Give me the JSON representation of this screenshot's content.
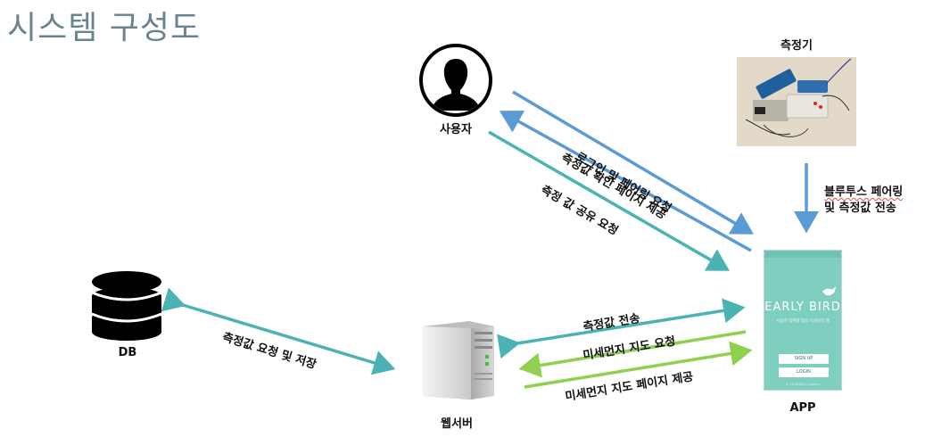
{
  "title": "시스템 구성도",
  "nodes": {
    "user": "사용자",
    "device": "측정기",
    "db": "DB",
    "web_server": "웹서버",
    "app": "APP"
  },
  "edges": {
    "login_pairing_request": "로그인 및 페어링 요청",
    "value_page_provide": "측정값 확인 페이지 제공",
    "share_request": "측정 값 공유 요청",
    "bt_line1": "블루투스 페어링",
    "bt_line2": "및 측정값 전송",
    "db_request_store": "측정값 요청 및 저장",
    "value_send": "측정값 전송",
    "dust_map_request": "미세먼지 지도 요청",
    "dust_map_page_provide": "미세먼지 지도 페이지 제공"
  },
  "app_screen": {
    "brand": "EARLY BIRD",
    "tagline": "사용자 참여형 협조 미세먼지 앱",
    "sign_up": "SIGN UP",
    "login": "LOGIN",
    "footer": "© 2018 Kitty_Insiders"
  },
  "colors": {
    "title": "#6b8391",
    "blue_arrow": "#5b9bd5",
    "teal_arrow": "#4bb3b3",
    "green_arrow": "#8fd14f",
    "app_bg": "#7ecfc0"
  }
}
